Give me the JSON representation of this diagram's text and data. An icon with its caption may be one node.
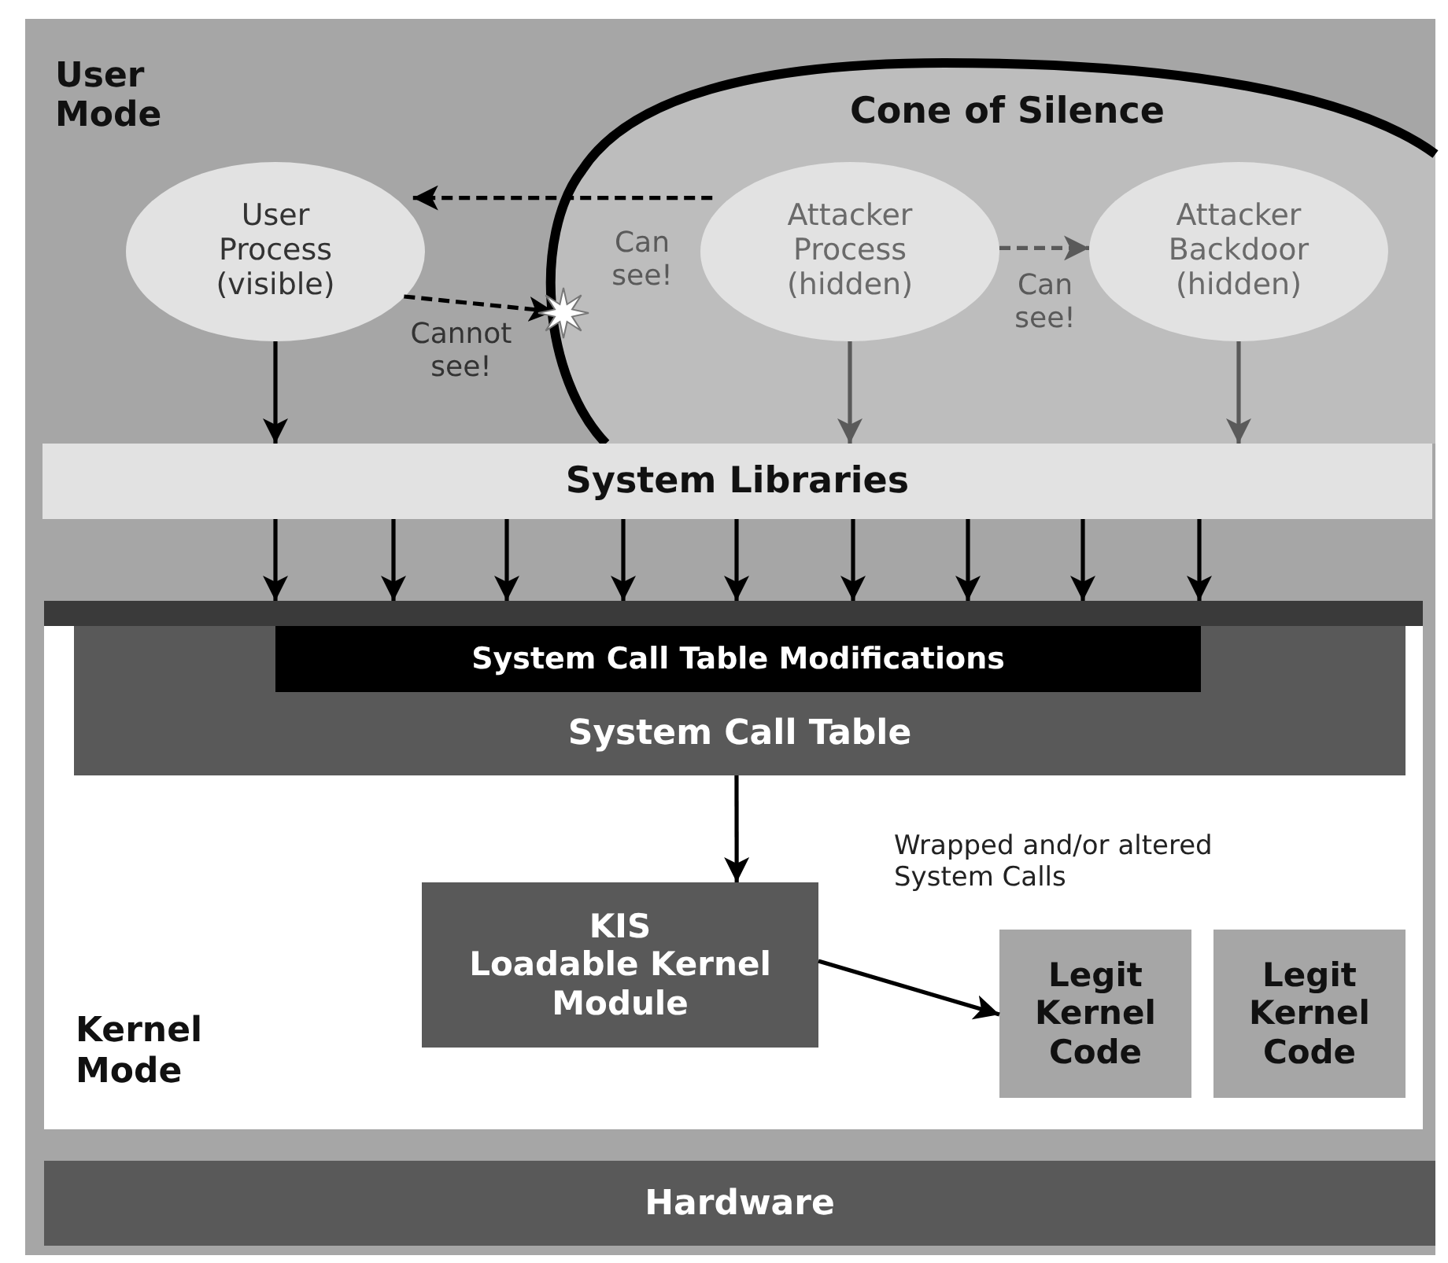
{
  "diagram": {
    "nodes": [
      {
        "text": [
          "User Mode"
        ]
      },
      {
        "text": [
          "Cone of Silence"
        ],
        "in": 0
      },
      {
        "text": [
          "User Process (visible)"
        ],
        "in": 0
      },
      {
        "text": [
          "Attacker Process (hidden)"
        ],
        "in": 1
      },
      {
        "text": [
          "Attacker Backdoor (hidden)"
        ],
        "in": 1
      },
      {
        "text": [
          "System Libraries"
        ],
        "in": 0
      },
      {
        "text": [
          "Kernel Mode"
        ]
      },
      {
        "text": [
          "System Call Table"
        ],
        "in": 6
      },
      {
        "text": [
          "System Call Table Modifications"
        ],
        "in": 7
      },
      {
        "text": [
          "KIS",
          "Loadable Kernel Module"
        ],
        "in": 6
      },
      {
        "text": [
          "Legit Kernel Code"
        ],
        "in": 6
      },
      {
        "text": [
          "Legit Kernel Code"
        ],
        "in": 6
      },
      {
        "text": [
          "Hardware"
        ]
      }
    ],
    "edges": [
      {
        "from": 3,
        "to": 2,
        "arrow": "to",
        "label": "Can see!",
        "style": "dashed"
      },
      {
        "from": 2,
        "to": 1,
        "arrow": "to",
        "label": "Cannot see!",
        "style": "dashed"
      },
      {
        "from": 3,
        "to": 4,
        "arrow": "to",
        "label": "Can see!",
        "style": "dashed",
        "color": "#5a5a5a"
      },
      {
        "from": 2,
        "to": 5,
        "arrow": "to"
      },
      {
        "from": 3,
        "to": 5,
        "arrow": "to",
        "color": "#5a5a5a"
      },
      {
        "from": 4,
        "to": 5,
        "arrow": "to",
        "color": "#5a5a5a"
      },
      {
        "from": 5,
        "to": 6,
        "arrow": "to"
      },
      {
        "from": 5,
        "to": 6,
        "arrow": "to"
      },
      {
        "from": 5,
        "to": 6,
        "arrow": "to"
      },
      {
        "from": 5,
        "to": 6,
        "arrow": "to"
      },
      {
        "from": 5,
        "to": 6,
        "arrow": "to"
      },
      {
        "from": 5,
        "to": 6,
        "arrow": "to"
      },
      {
        "from": 5,
        "to": 6,
        "arrow": "to"
      },
      {
        "from": 5,
        "to": 6,
        "arrow": "to"
      },
      {
        "from": 5,
        "to": 6,
        "arrow": "to"
      },
      {
        "from": 7,
        "to": 9,
        "arrow": "to"
      },
      {
        "from": 9,
        "to": 10,
        "arrow": "to"
      }
    ],
    "labels": [
      "Wrapped and/or altered System Calls"
    ]
  }
}
